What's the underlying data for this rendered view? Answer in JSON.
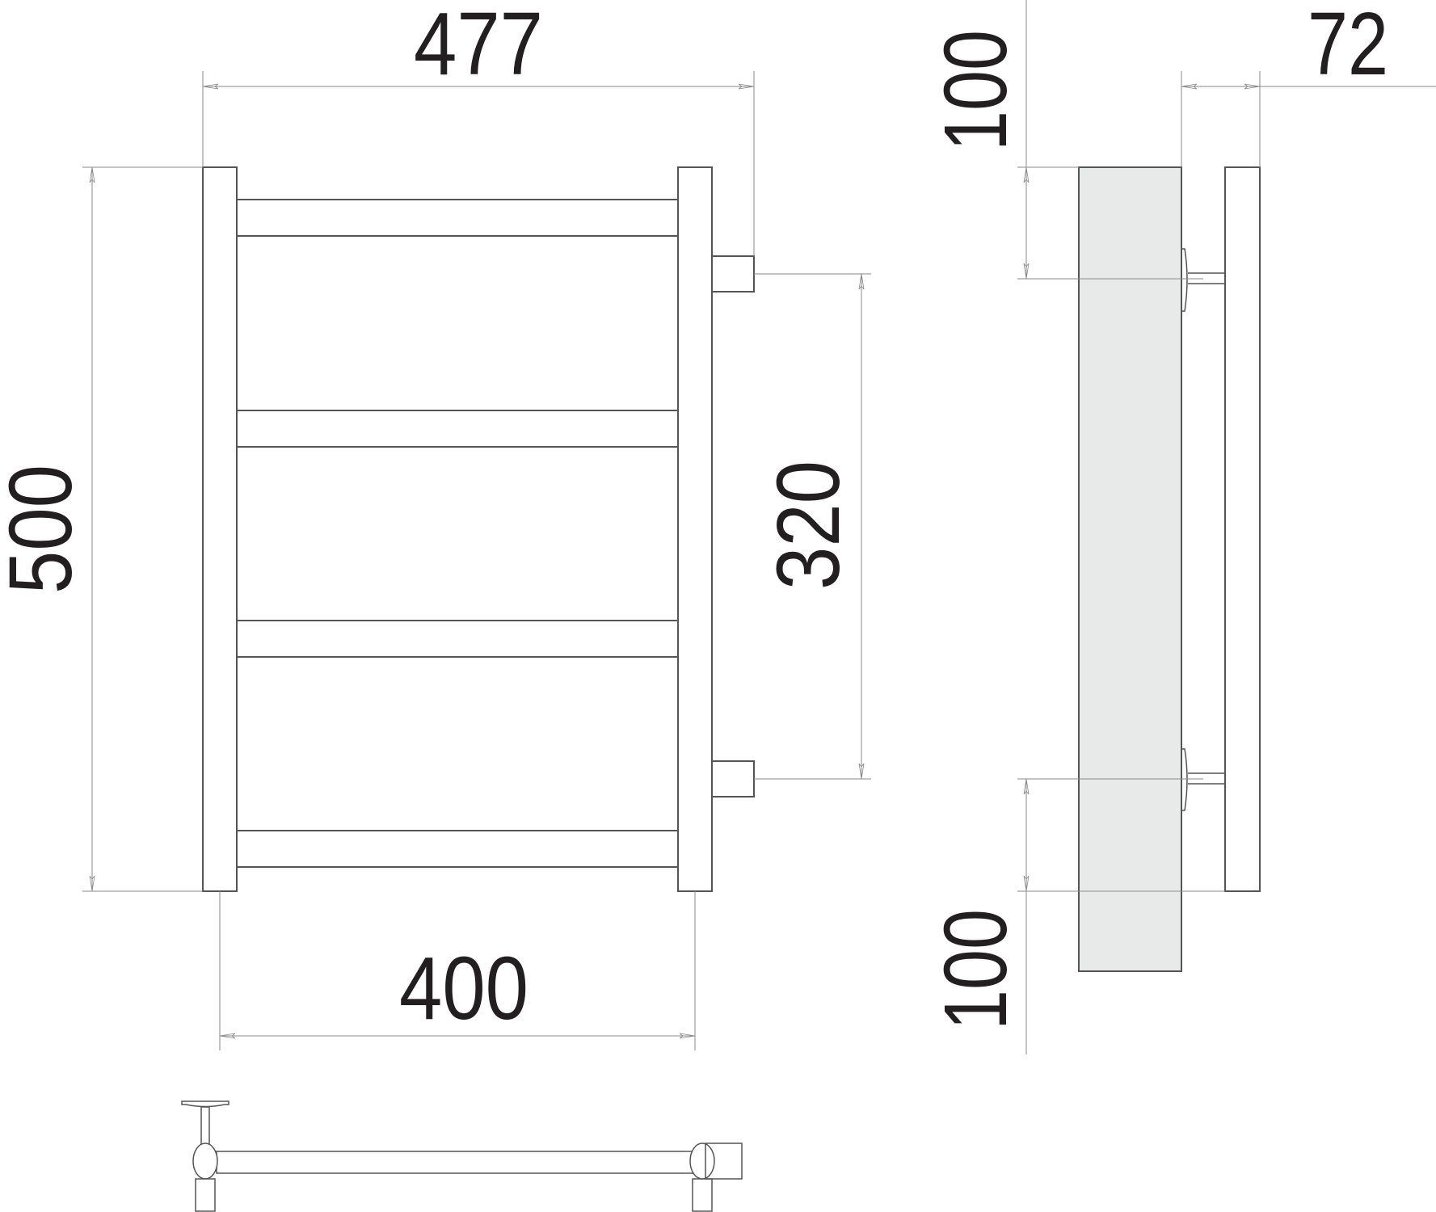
{
  "drawing": {
    "type": "technical-dimension-drawing",
    "subject": "ladder towel rail (front, side and top views)",
    "colors": {
      "outline": "#555555",
      "dimline": "#8a8a8a",
      "text": "#231f20",
      "wall_fill": "#e8eae9"
    }
  },
  "dimensions": {
    "overall_width": "477",
    "height": "500",
    "bar_span": "400",
    "inlet_spacing": "320",
    "top_offset": "100",
    "bottom_offset": "100",
    "depth": "72"
  },
  "front_view": {
    "crossbars": 4,
    "connection_stubs": 2
  },
  "side_view": {
    "wall_mounts": 2
  },
  "top_view": {
    "wall_brackets": 1
  }
}
